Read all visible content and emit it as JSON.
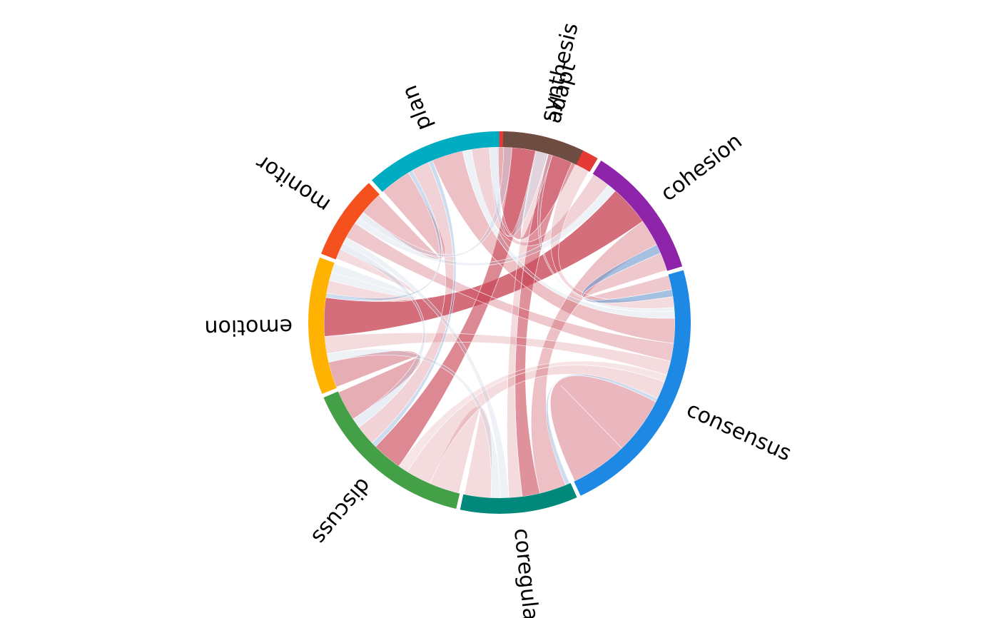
{
  "chart_data": {
    "type": "chord",
    "nodes": [
      {
        "name": "adapt",
        "color": "#E53935",
        "span_deg": 33
      },
      {
        "name": "cohesion",
        "color": "#8E24AA",
        "span_deg": 42
      },
      {
        "name": "consensus",
        "color": "#1E88E5",
        "span_deg": 82
      },
      {
        "name": "coregulate",
        "color": "#00897B",
        "span_deg": 37
      },
      {
        "name": "discuss",
        "color": "#43A047",
        "span_deg": 55
      },
      {
        "name": "emotion",
        "color": "#FFB300",
        "span_deg": 43
      },
      {
        "name": "monitor",
        "color": "#F4511E",
        "span_deg": 27
      },
      {
        "name": "plan",
        "color": "#00ACC1",
        "span_deg": 43
      },
      {
        "name": "synthesis",
        "color": "#6D4C41",
        "span_deg": 26
      }
    ],
    "links": [
      {
        "source": "emotion",
        "target": "cohesion",
        "value": 9,
        "color": "#C94A5A",
        "opacity": 0.8
      },
      {
        "source": "synthesis",
        "target": "discuss",
        "value": 6,
        "color": "#C94A5A",
        "opacity": 0.65
      },
      {
        "source": "adapt",
        "target": "coregulate",
        "value": 4,
        "color": "#C94A5A",
        "opacity": 0.6
      },
      {
        "source": "consensus",
        "target": "consensus",
        "value": 16,
        "color": "#C94A5A",
        "opacity": 0.4
      },
      {
        "source": "consensus",
        "target": "plan",
        "value": 7,
        "color": "#C94A5A",
        "opacity": 0.35
      },
      {
        "source": "adapt",
        "target": "synthesis",
        "value": 6,
        "color": "#C94A5A",
        "opacity": 0.45
      },
      {
        "source": "cohesion",
        "target": "coregulate",
        "value": 6,
        "color": "#C94A5A",
        "opacity": 0.35
      },
      {
        "source": "discuss",
        "target": "emotion",
        "value": 6,
        "color": "#C94A5A",
        "opacity": 0.45
      },
      {
        "source": "plan",
        "target": "monitor",
        "value": 7,
        "color": "#C94A5A",
        "opacity": 0.35
      },
      {
        "source": "monitor",
        "target": "consensus",
        "value": 5,
        "color": "#C94A5A",
        "opacity": 0.3
      },
      {
        "source": "coregulate",
        "target": "discuss",
        "value": 6,
        "color": "#C94A5A",
        "opacity": 0.2
      },
      {
        "source": "consensus",
        "target": "discuss",
        "value": 5,
        "color": "#C94A5A",
        "opacity": 0.2
      },
      {
        "source": "plan",
        "target": "cohesion",
        "value": 4,
        "color": "#C94A5A",
        "opacity": 0.25
      },
      {
        "source": "emotion",
        "target": "consensus",
        "value": 4,
        "color": "#C94A5A",
        "opacity": 0.2
      },
      {
        "source": "discuss",
        "target": "plan",
        "value": 4,
        "color": "#C94A5A",
        "opacity": 0.25
      },
      {
        "source": "monitor",
        "target": "emotion",
        "value": 3,
        "color": "#C94A5A",
        "opacity": 0.2
      },
      {
        "source": "cohesion",
        "target": "consensus",
        "value": 4,
        "color": "#C94A5A",
        "opacity": 0.3
      },
      {
        "source": "synthesis",
        "target": "coregulate",
        "value": 3,
        "color": "#C94A5A",
        "opacity": 0.2
      },
      {
        "source": "adapt",
        "target": "consensus",
        "value": 3,
        "color": "#C94A5A",
        "opacity": 0.2
      },
      {
        "source": "consensus",
        "target": "cohesion",
        "value": 2,
        "color": "#5B8CC8",
        "opacity": 0.55
      },
      {
        "source": "discuss",
        "target": "consensus",
        "value": 2,
        "color": "#C94A5A",
        "opacity": 0.15
      },
      {
        "source": "plan",
        "target": "discuss",
        "value": 1,
        "color": "#5B8CC8",
        "opacity": 0.3
      },
      {
        "source": "emotion",
        "target": "plan",
        "value": 1,
        "color": "#5B8CC8",
        "opacity": 0.3
      },
      {
        "source": "coregulate",
        "target": "consensus",
        "value": 1,
        "color": "#5B8CC8",
        "opacity": 0.3
      },
      {
        "source": "monitor",
        "target": "discuss",
        "value": 2,
        "color": "#A9BCD6",
        "opacity": 0.25
      },
      {
        "source": "synthesis",
        "target": "monitor",
        "value": 2,
        "color": "#A9BCD6",
        "opacity": 0.25
      },
      {
        "source": "adapt",
        "target": "plan",
        "value": 2,
        "color": "#A9BCD6",
        "opacity": 0.25
      },
      {
        "source": "cohesion",
        "target": "monitor",
        "value": 2,
        "color": "#A9BCD6",
        "opacity": 0.2
      },
      {
        "source": "emotion",
        "target": "coregulate",
        "value": 2,
        "color": "#A9BCD6",
        "opacity": 0.2
      },
      {
        "source": "monitor",
        "target": "coregulate",
        "value": 2,
        "color": "#A9BCD6",
        "opacity": 0.2
      },
      {
        "source": "plan",
        "target": "consensus",
        "value": 2,
        "color": "#A9BCD6",
        "opacity": 0.2
      },
      {
        "source": "emotion",
        "target": "emotion",
        "value": 2,
        "color": "#A9BCD6",
        "opacity": 0.2
      },
      {
        "source": "synthesis",
        "target": "consensus",
        "value": 1,
        "color": "#A9BCD6",
        "opacity": 0.2
      }
    ]
  }
}
